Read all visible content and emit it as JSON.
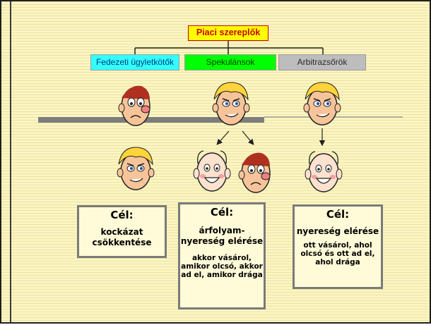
{
  "root": {
    "label": "Piaci szereplők"
  },
  "categories": [
    {
      "label": "Fedezeti ügyletkötők",
      "color": "#33ffff"
    },
    {
      "label": "Spekulánsok",
      "color": "#00ff00"
    },
    {
      "label": "Arbitrazsőrök",
      "color": "#bdbdbd"
    }
  ],
  "goals": [
    {
      "title": "Cél:",
      "desc": "kockázat csökkentése",
      "detail": ""
    },
    {
      "title": "Cél:",
      "desc": "árfolyam-nyereség elérése",
      "detail": "akkor vásárol, amikor olcsó, akkor ad el, amikor drága"
    },
    {
      "title": "Cél:",
      "desc": "nyereség elérése",
      "detail": "ott vásárol, ahol olcsó és ott ad el, ahol drága"
    }
  ],
  "icons": [
    "worried-face-icon",
    "smug-face-icon",
    "smiling-face-icon"
  ],
  "colors": {
    "root_fill": "#ffff00",
    "root_text": "#cc0000",
    "background": "#fbf5c4"
  }
}
